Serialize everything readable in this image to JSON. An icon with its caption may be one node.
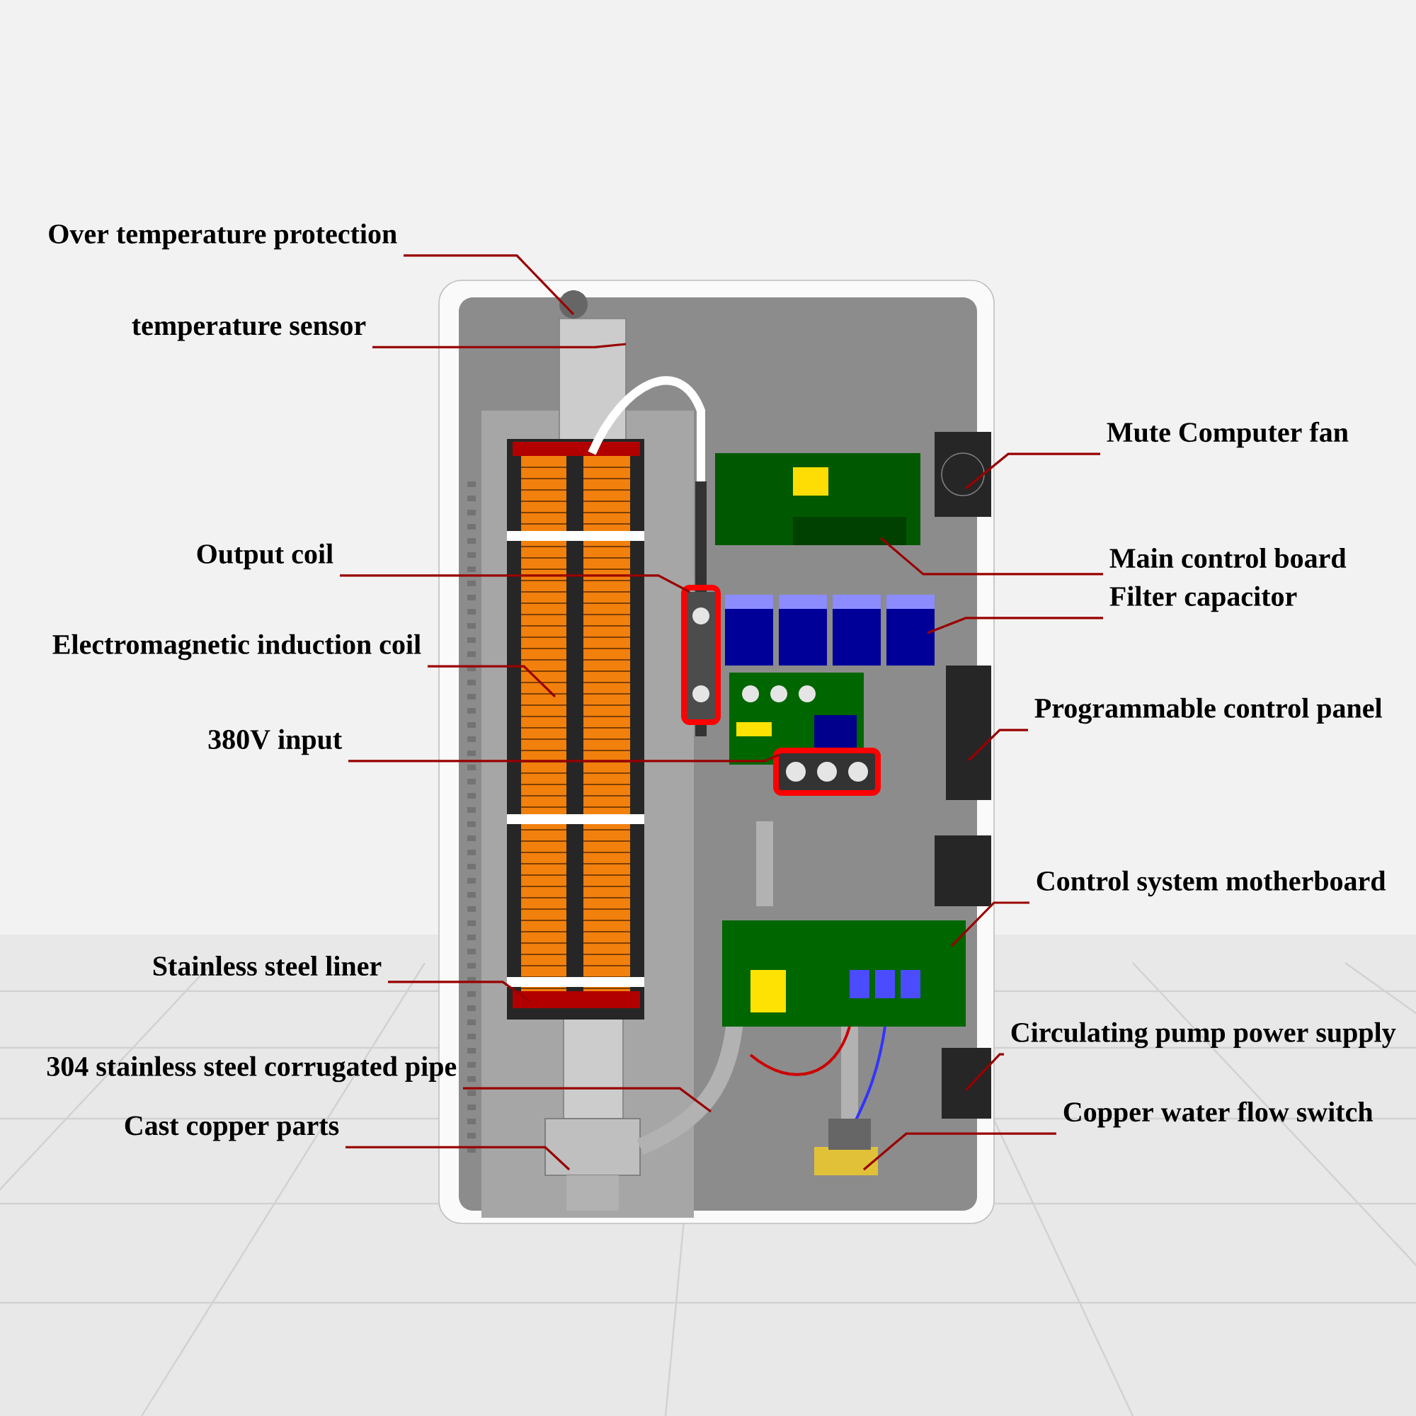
{
  "diagram": {
    "nodes": [
      {
        "text": [
          "Over temperature protection"
        ]
      },
      {
        "text": [
          "temperature sensor"
        ]
      },
      {
        "text": [
          "Output coil"
        ]
      },
      {
        "text": [
          "Electromagnetic induction coil"
        ]
      },
      {
        "text": [
          "380V input"
        ]
      },
      {
        "text": [
          "Stainless steel liner"
        ]
      },
      {
        "text": [
          "304 stainless steel corrugated pipe"
        ]
      },
      {
        "text": [
          "Cast copper parts"
        ]
      },
      {
        "text": [
          "Mute Computer fan"
        ]
      },
      {
        "text": [
          "Main control board"
        ]
      },
      {
        "text": [
          "Filter capacitor"
        ]
      },
      {
        "text": [
          "Programmable control panel"
        ]
      },
      {
        "text": [
          "Control system motherboard"
        ]
      },
      {
        "text": [
          "Circulating pump power supply"
        ]
      },
      {
        "text": [
          "Copper water flow switch"
        ]
      }
    ],
    "edges": [
      {
        "from": 0,
        "to": null,
        "arrow": "none"
      },
      {
        "from": 1,
        "to": null,
        "arrow": "none"
      },
      {
        "from": 2,
        "to": null,
        "arrow": "none"
      },
      {
        "from": 3,
        "to": null,
        "arrow": "none"
      },
      {
        "from": 4,
        "to": null,
        "arrow": "none"
      },
      {
        "from": 5,
        "to": null,
        "arrow": "none"
      },
      {
        "from": 6,
        "to": null,
        "arrow": "none"
      },
      {
        "from": 7,
        "to": null,
        "arrow": "none"
      },
      {
        "from": 8,
        "to": null,
        "arrow": "none"
      },
      {
        "from": 9,
        "to": null,
        "arrow": "none"
      },
      {
        "from": 10,
        "to": null,
        "arrow": "none"
      },
      {
        "from": 11,
        "to": null,
        "arrow": "none"
      },
      {
        "from": 12,
        "to": null,
        "arrow": "none"
      },
      {
        "from": 13,
        "to": null,
        "arrow": "none"
      },
      {
        "from": 14,
        "to": null,
        "arrow": "none"
      }
    ]
  }
}
